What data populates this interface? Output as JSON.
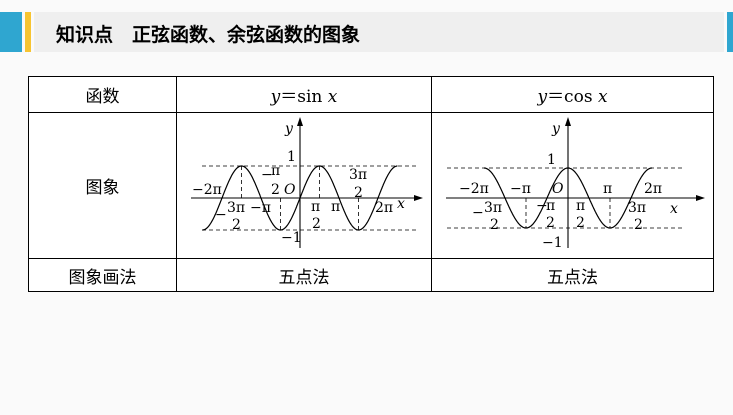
{
  "header": {
    "title": "知识点　正弦函数、余弦函数的图象",
    "colors": {
      "accent_blue": "#2fa6d0",
      "accent_yellow": "#f7c431"
    }
  },
  "table": {
    "row_labels": [
      "函数",
      "图象",
      "图象画法"
    ],
    "sin": {
      "y": "y",
      "eq": "＝sin ",
      "x": "x",
      "method": "五点法",
      "labels": {
        "y": "y",
        "x": "x",
        "one": "1",
        "neg_one": "−1",
        "O": "O",
        "neg_2pi": "−2π",
        "neg_pi": "−π",
        "pi": "π",
        "two_pi": "2π",
        "neg_half_pi_num": "π",
        "neg_half_pi_den": "2",
        "half_pi_num": "π",
        "half_pi_den": "2",
        "three_half_pi_num": "3π",
        "three_half_pi_den": "2",
        "neg_three_half_pi_num": "3π",
        "neg_three_half_pi_den": "2",
        "minus": "−"
      }
    },
    "cos": {
      "y": "y",
      "eq": "＝cos ",
      "x": "x",
      "method": "五点法",
      "labels": {
        "y": "y",
        "x": "x",
        "one": "1",
        "neg_one": "−1",
        "O": "O",
        "neg_2pi": "−2π",
        "neg_pi": "−π",
        "pi": "π",
        "two_pi": "2π",
        "neg_half_pi_num": "π",
        "neg_half_pi_den": "2",
        "half_pi_num": "π",
        "half_pi_den": "2",
        "three_half_pi_num": "3π",
        "three_half_pi_den": "2",
        "neg_three_half_pi_num": "3π",
        "neg_three_half_pi_den": "2",
        "minus": "−"
      }
    }
  }
}
